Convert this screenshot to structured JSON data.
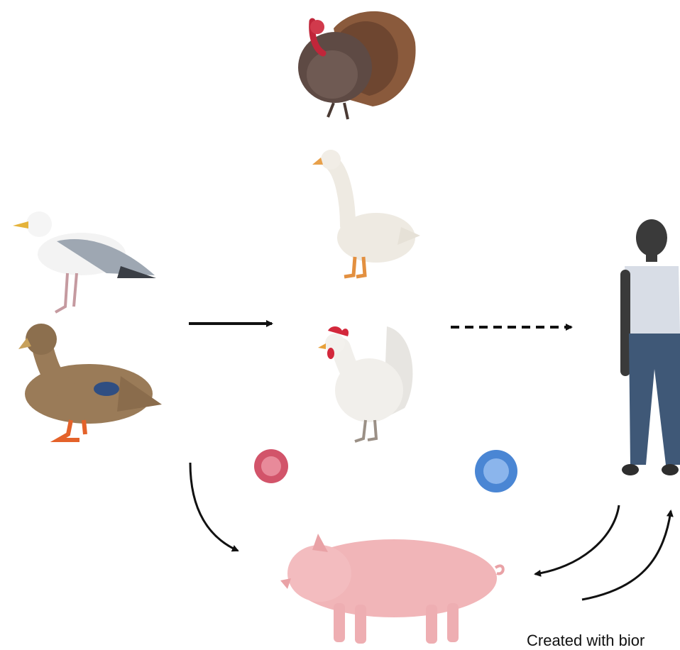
{
  "diagram": {
    "nodes": [
      {
        "id": "turkey",
        "icon": "turkey-icon"
      },
      {
        "id": "goose",
        "icon": "goose-icon"
      },
      {
        "id": "seagull",
        "icon": "seagull-icon"
      },
      {
        "id": "duck",
        "icon": "duck-icon"
      },
      {
        "id": "chicken",
        "icon": "chicken-icon"
      },
      {
        "id": "human",
        "icon": "human-icon"
      },
      {
        "id": "pig",
        "icon": "pig-icon"
      },
      {
        "id": "virus-red",
        "icon": "virus-icon",
        "color": "#d2546a"
      },
      {
        "id": "virus-blue",
        "icon": "virus-icon",
        "color": "#4a86d4"
      }
    ],
    "edges": [
      {
        "from": "wild-birds",
        "to": "poultry",
        "style": "solid"
      },
      {
        "from": "poultry",
        "to": "human",
        "style": "dashed"
      },
      {
        "from": "wild-birds",
        "to": "pig",
        "style": "solid"
      },
      {
        "from": "human",
        "to": "pig",
        "style": "solid"
      },
      {
        "from": "pig",
        "to": "human",
        "style": "solid"
      }
    ]
  },
  "credit": "Created with bior",
  "colors": {
    "arrow": "#111111",
    "pig": "#f1b5b8",
    "skin": "#3a3a3a",
    "shirt": "#d8dde6",
    "jeans": "#3f5877"
  }
}
